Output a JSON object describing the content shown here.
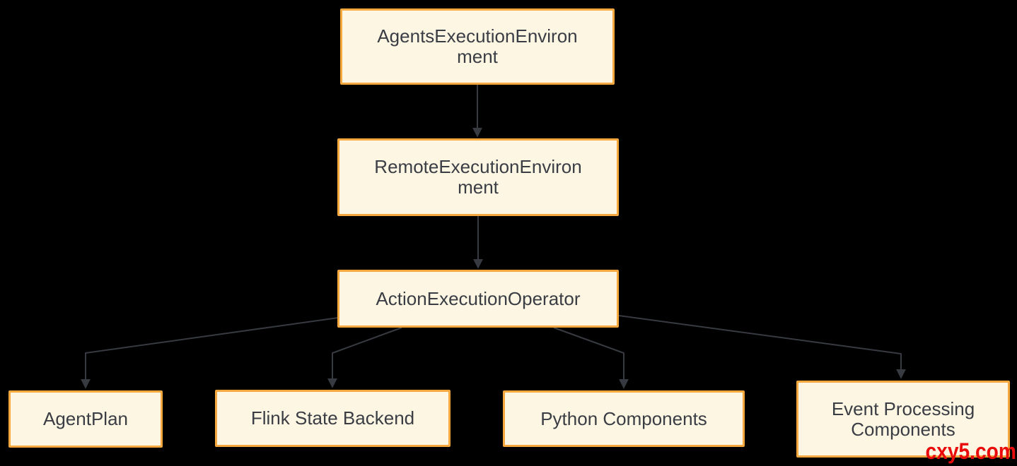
{
  "diagram": {
    "nodes": [
      {
        "id": "agents-execution-environment",
        "label": "AgentsExecutionEnviron\nment"
      },
      {
        "id": "remote-execution-environment",
        "label": "RemoteExecutionEnviron\nment"
      },
      {
        "id": "action-execution-operator",
        "label": "ActionExecutionOperator"
      },
      {
        "id": "agent-plan",
        "label": "AgentPlan"
      },
      {
        "id": "flink-state-backend",
        "label": "Flink State Backend"
      },
      {
        "id": "python-components",
        "label": "Python Components"
      },
      {
        "id": "event-processing-components",
        "label": "Event Processing\nComponents"
      }
    ],
    "edges": [
      {
        "from": "agents-execution-environment",
        "to": "remote-execution-environment"
      },
      {
        "from": "remote-execution-environment",
        "to": "action-execution-operator"
      },
      {
        "from": "action-execution-operator",
        "to": "agent-plan"
      },
      {
        "from": "action-execution-operator",
        "to": "flink-state-backend"
      },
      {
        "from": "action-execution-operator",
        "to": "python-components"
      },
      {
        "from": "action-execution-operator",
        "to": "event-processing-components"
      }
    ],
    "colors": {
      "background": "#000000",
      "node_fill": "#FDF6E3",
      "node_border": "#F5A83E",
      "node_text": "#3A3D44",
      "arrow": "#383A42",
      "watermark_color": "#EA0B0B"
    }
  },
  "watermark": {
    "text": "cxy5.com"
  }
}
